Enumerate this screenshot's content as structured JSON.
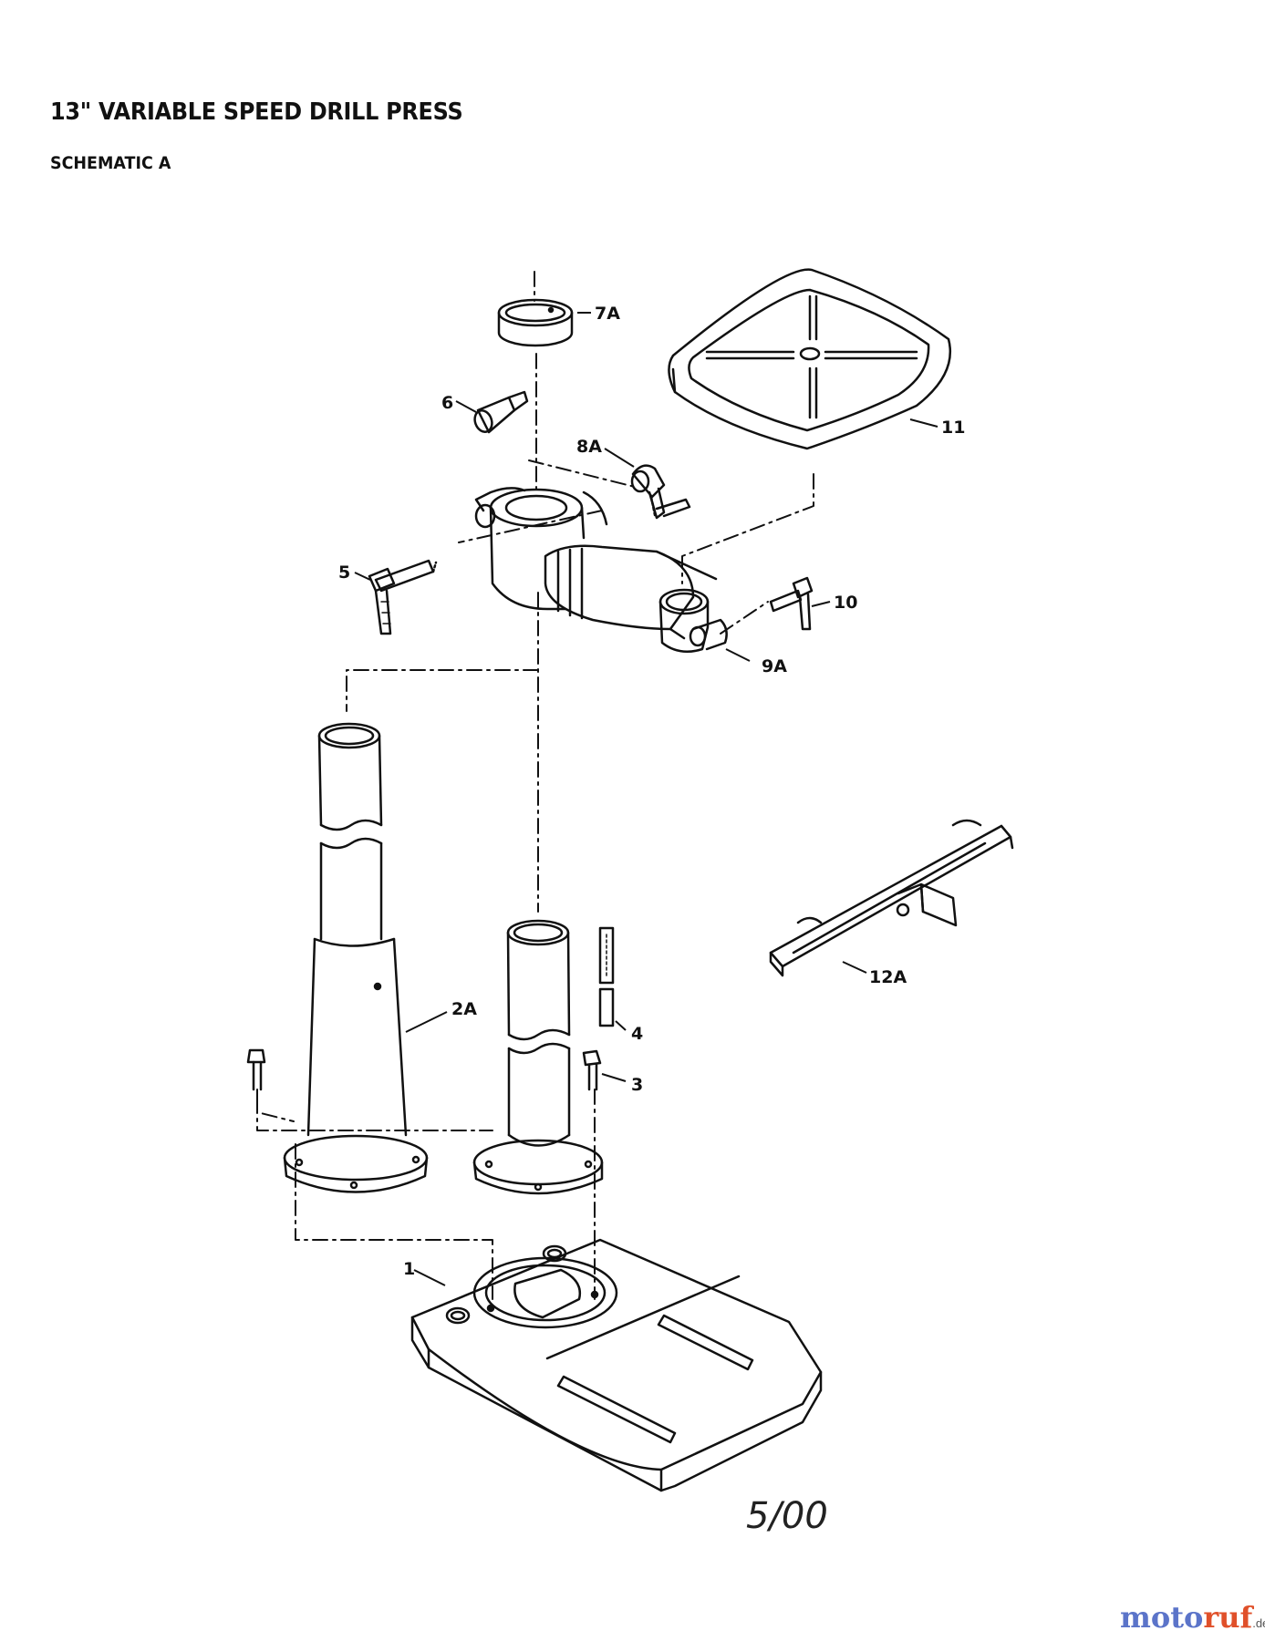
{
  "header": {
    "title": "13\" VARIABLE SPEED DRILL PRESS",
    "subtitle": "SCHEMATIC A"
  },
  "parts": [
    {
      "id": "p1",
      "label": "1",
      "name": "base"
    },
    {
      "id": "p2A",
      "label": "2A",
      "name": "column"
    },
    {
      "id": "p3",
      "label": "3",
      "name": "bolt"
    },
    {
      "id": "p4",
      "label": "4",
      "name": "rack"
    },
    {
      "id": "p5",
      "label": "5",
      "name": "clamp-handle"
    },
    {
      "id": "p6",
      "label": "6",
      "name": "knob"
    },
    {
      "id": "p7A",
      "label": "7A",
      "name": "ring"
    },
    {
      "id": "p8A",
      "label": "8A",
      "name": "crank"
    },
    {
      "id": "p9A",
      "label": "9A",
      "name": "table-arm"
    },
    {
      "id": "p10",
      "label": "10",
      "name": "table-lock-handle"
    },
    {
      "id": "p11",
      "label": "11",
      "name": "table"
    },
    {
      "id": "p12A",
      "label": "12A",
      "name": "fence"
    }
  ],
  "footer": {
    "date": "5/00"
  },
  "watermark": {
    "part1": "moto",
    "part2": "ruf",
    "tld": ".de"
  },
  "colors": {
    "line": "#111111",
    "watermark_blue": "#5b74c9",
    "watermark_orange": "#e0502a"
  }
}
